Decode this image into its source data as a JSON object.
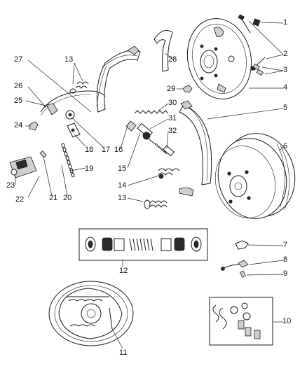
{
  "diagram": {
    "callouts": [
      {
        "id": "c1",
        "text": "1"
      },
      {
        "id": "c2",
        "text": "2"
      },
      {
        "id": "c3",
        "text": "3"
      },
      {
        "id": "c4",
        "text": "4"
      },
      {
        "id": "c5",
        "text": "5"
      },
      {
        "id": "c6",
        "text": "6"
      },
      {
        "id": "c7",
        "text": "7"
      },
      {
        "id": "c8",
        "text": "8"
      },
      {
        "id": "c9",
        "text": "9"
      },
      {
        "id": "c10",
        "text": "10"
      },
      {
        "id": "c11",
        "text": "11"
      },
      {
        "id": "c12",
        "text": "12"
      },
      {
        "id": "c13a",
        "text": "13"
      },
      {
        "id": "c13b",
        "text": "13"
      },
      {
        "id": "c14",
        "text": "14"
      },
      {
        "id": "c15",
        "text": "15"
      },
      {
        "id": "c16",
        "text": "16"
      },
      {
        "id": "c17",
        "text": "17"
      },
      {
        "id": "c18",
        "text": "18"
      },
      {
        "id": "c19",
        "text": "19"
      },
      {
        "id": "c20",
        "text": "20"
      },
      {
        "id": "c21",
        "text": "21"
      },
      {
        "id": "c22",
        "text": "22"
      },
      {
        "id": "c23",
        "text": "23"
      },
      {
        "id": "c24",
        "text": "24"
      },
      {
        "id": "c25",
        "text": "25"
      },
      {
        "id": "c26",
        "text": "26"
      },
      {
        "id": "c27",
        "text": "27"
      },
      {
        "id": "c28",
        "text": "28"
      },
      {
        "id": "c29",
        "text": "29"
      },
      {
        "id": "c30",
        "text": "30"
      },
      {
        "id": "c31",
        "text": "31"
      },
      {
        "id": "c32",
        "text": "32"
      }
    ]
  }
}
